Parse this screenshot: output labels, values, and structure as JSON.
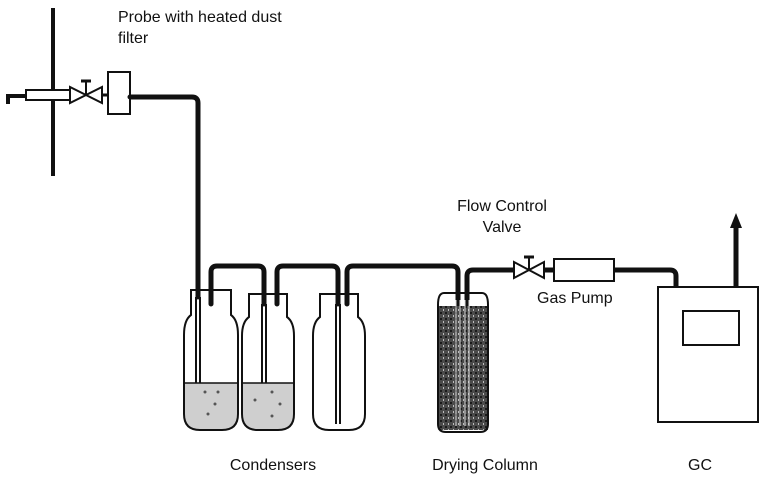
{
  "labels": {
    "probe_line1": "Probe with heated dust",
    "probe_line2": "filter",
    "flow_line1": "Flow Control",
    "flow_line2": "Valve",
    "gas_pump": "Gas Pump",
    "condensers": "Condensers",
    "drying_column": "Drying Column",
    "gc": "GC"
  },
  "colors": {
    "line": "#111111",
    "liquid": "#cfcfcf",
    "column_fill": "#3a3a3a"
  }
}
